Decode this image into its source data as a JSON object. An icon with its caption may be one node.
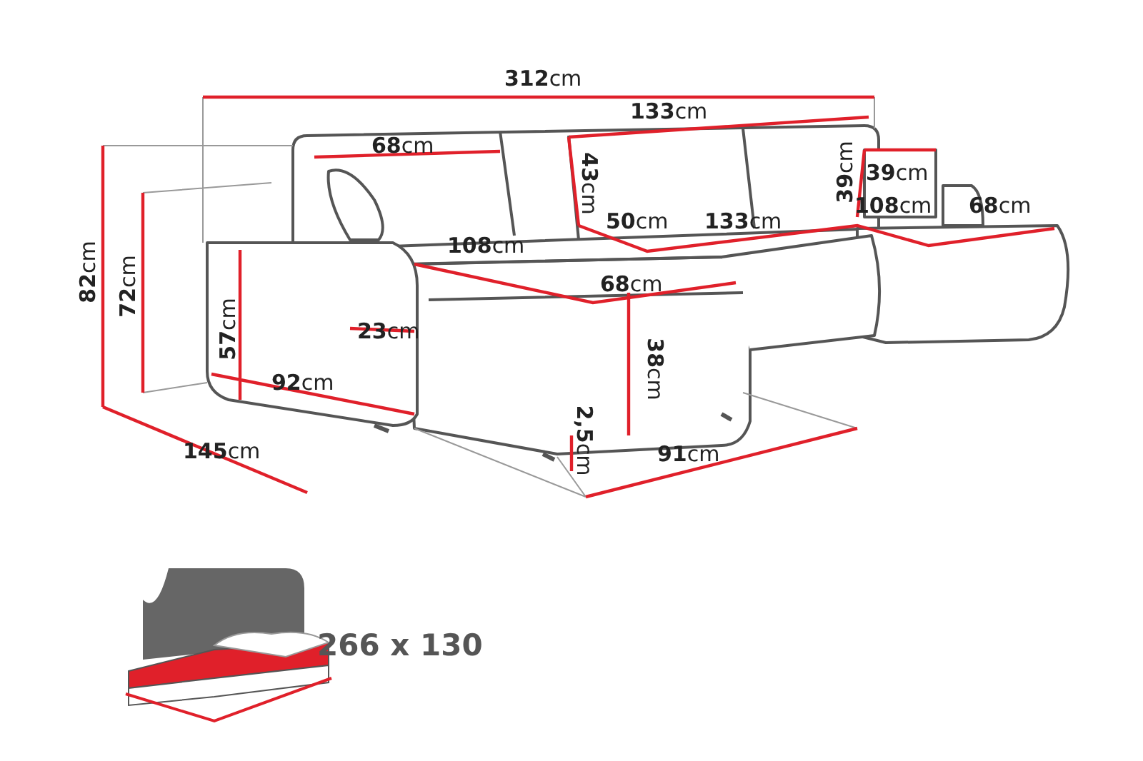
{
  "diagram": {
    "labels": [
      "**312**cm",
      "**68**cm",
      "**133**cm",
      "**43**cm",
      "**39**cm",
      "**39**cm",
      "**82**cm",
      "**72**cm",
      "**50**cm",
      "**133**cm",
      "**108**cm",
      "**68**cm",
      "**108**cm",
      "**68**cm",
      "**57**cm",
      "**23**cm",
      "**38**cm",
      "**92**cm",
      "**2,5**cm",
      "**145**cm",
      "**91**cm",
      "266 x 130"
    ]
  }
}
